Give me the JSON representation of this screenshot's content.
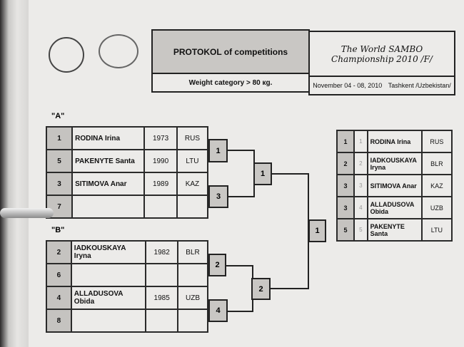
{
  "header": {
    "protokol": "PROTOKOL of competitions",
    "championship": "The World SAMBO Championship 2010 /F/",
    "weight": "Weight category > 80  кg.",
    "dates": "November 04 - 08, 2010",
    "location": "Tashkent /Uzbekistan/"
  },
  "groupA": {
    "label": "\"A\"",
    "rows": [
      {
        "seed": "1",
        "name": "RODINA Irina",
        "year": "1973",
        "country": "RUS"
      },
      {
        "seed": "5",
        "name": "PAKENYTE Santa",
        "year": "1990",
        "country": "LTU"
      },
      {
        "seed": "3",
        "name": "SITIMOVA Anar",
        "year": "1989",
        "country": "KAZ"
      },
      {
        "seed": "7",
        "name": "",
        "year": "",
        "country": ""
      }
    ]
  },
  "groupB": {
    "label": "\"B\"",
    "rows": [
      {
        "seed": "2",
        "name": "IADKOUSKAYA Iryna",
        "year": "1982",
        "country": "BLR"
      },
      {
        "seed": "6",
        "name": "",
        "year": "",
        "country": ""
      },
      {
        "seed": "4",
        "name": "ALLADUSOVA Obida",
        "year": "1985",
        "country": "UZB"
      },
      {
        "seed": "8",
        "name": "",
        "year": "",
        "country": ""
      }
    ]
  },
  "bracket": {
    "a_r1_top": "1",
    "a_r1_bot": "3",
    "a_r2": "1",
    "b_r1_top": "2",
    "b_r1_bot": "4",
    "b_r2": "2",
    "final": "1"
  },
  "results": [
    {
      "place": "1",
      "seed": "1",
      "name": "RODINA Irina",
      "country": "RUS"
    },
    {
      "place": "2",
      "seed": "2",
      "name": "IADKOUSKAYA Iryna",
      "country": "BLR"
    },
    {
      "place": "3",
      "seed": "3",
      "name": "SITIMOVA Anar",
      "country": "KAZ"
    },
    {
      "place": "3",
      "seed": "4",
      "name": "ALLADUSOVA Obida",
      "country": "UZB"
    },
    {
      "place": "5",
      "seed": "5",
      "name": "PAKENYTE Santa",
      "country": "LTU"
    }
  ]
}
